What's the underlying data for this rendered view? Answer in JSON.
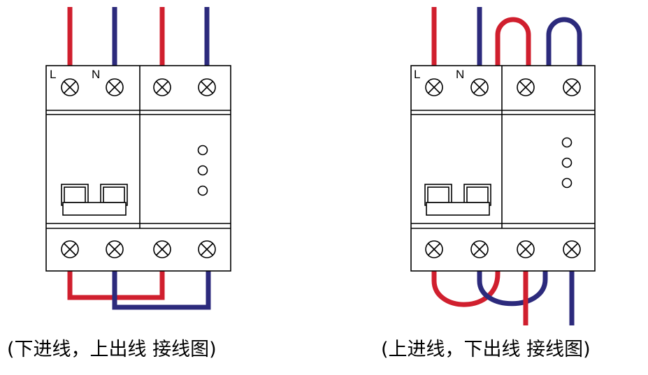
{
  "colors": {
    "live": "#d01f2e",
    "neutral": "#2c2a7c",
    "outline": "#000000"
  },
  "left": {
    "caption": "(下进线，上出线 接线图)",
    "label_l": "L",
    "label_n": "N"
  },
  "right": {
    "caption": "(上进线，下出线 接线图)",
    "label_l": "L",
    "label_n": "N"
  }
}
